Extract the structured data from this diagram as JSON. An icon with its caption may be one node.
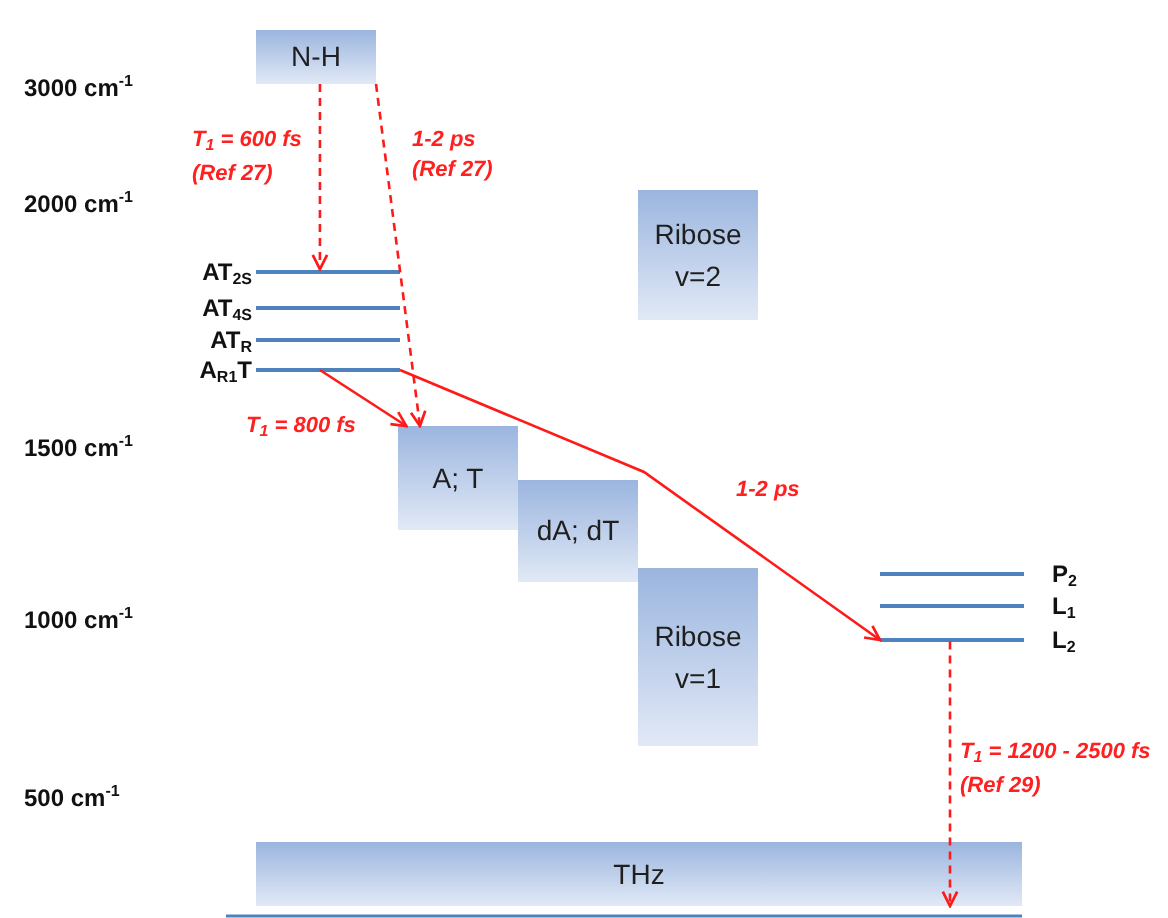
{
  "diagram": {
    "nodes": [
      {
        "text": [
          "N-H"
        ]
      },
      {
        "text": [
          "AT$_{2S}$"
        ]
      },
      {
        "text": [
          "AT$_{4S}$"
        ]
      },
      {
        "text": [
          "AT$_{R}$"
        ]
      },
      {
        "text": [
          "A$_{R1}$T"
        ]
      },
      {
        "text": [
          "A; T"
        ]
      },
      {
        "text": [
          "dA; dT"
        ]
      },
      {
        "text": [
          "Ribose v=2"
        ]
      },
      {
        "text": [
          "Ribose v=1"
        ]
      },
      {
        "text": [
          "P$_{2}$"
        ]
      },
      {
        "text": [
          "L$_{1}$"
        ]
      },
      {
        "text": [
          "L$_{2}$"
        ]
      },
      {
        "text": [
          "THz"
        ]
      }
    ],
    "edges": [
      {
        "from": 0,
        "to": 1,
        "arrow": "to",
        "style": "dashed",
        "label": "T$_{1}$ = 600 fs (Ref 27)"
      },
      {
        "from": 0,
        "to": 5,
        "arrow": "to",
        "style": "dashed",
        "label": "1-2 ps (Ref 27)"
      },
      {
        "from": 4,
        "to": 5,
        "arrow": "to",
        "label": "T$_{1}$ = 800 fs"
      },
      {
        "from": 4,
        "to": 11,
        "arrow": "to",
        "label": "1-2 ps"
      },
      {
        "from": 11,
        "to": 12,
        "arrow": "to",
        "style": "dashed",
        "label": "T$_{1}$ = 1200 - 2500 fs (Ref 29)"
      }
    ],
    "labels": [
      "3000 cm$^{-1}$",
      "2000 cm$^{-1}$",
      "1500 cm$^{-1}$",
      "1000 cm$^{-1}$",
      "500 cm$^{-1}$"
    ]
  }
}
